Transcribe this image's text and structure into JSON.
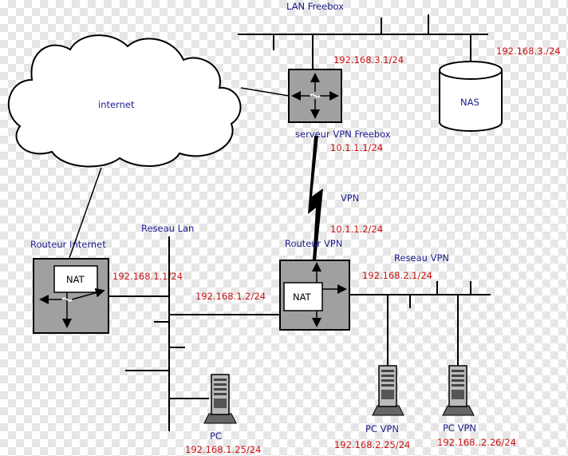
{
  "labels": {
    "lan_freebox": "LAN Freebox",
    "internet": "internet",
    "nas": "NAS",
    "serveur_vpn_freebox": "serveur VPN Freebox",
    "vpn": "VPN",
    "routeur_internet": "Routeur Internet",
    "reseau_lan": "Reseau Lan",
    "routeur_vpn": "Routeur VPN",
    "reseau_vpn": "Reseau VPN",
    "nat_1": "NAT",
    "nat_2": "NAT",
    "pc": "PC",
    "pc_vpn_1": "PC VPN",
    "pc_vpn_2": "PC VPN"
  },
  "ips": {
    "freebox_lan": "192.168.3.1/24",
    "nas_net": "192.168.3./24",
    "freebox_vpn": "10.1.1.1/24",
    "routeur_vpn_tunnel": "10.1.1.2/24",
    "routeur_internet_lan": "192.168.1.1/24",
    "routeur_vpn_lan": "192.168.1.2/24",
    "routeur_vpn_vpnnet": "192.168.2.1/24",
    "pc": "192.168.1.25/24",
    "pc_vpn_1": "192.168.2.25/24",
    "pc_vpn_2": "192.168..2.26/24"
  },
  "colors": {
    "label_blue": "#1a1a8c",
    "ip_red": "#cc1111",
    "router_gray": "#a0a0a0"
  }
}
